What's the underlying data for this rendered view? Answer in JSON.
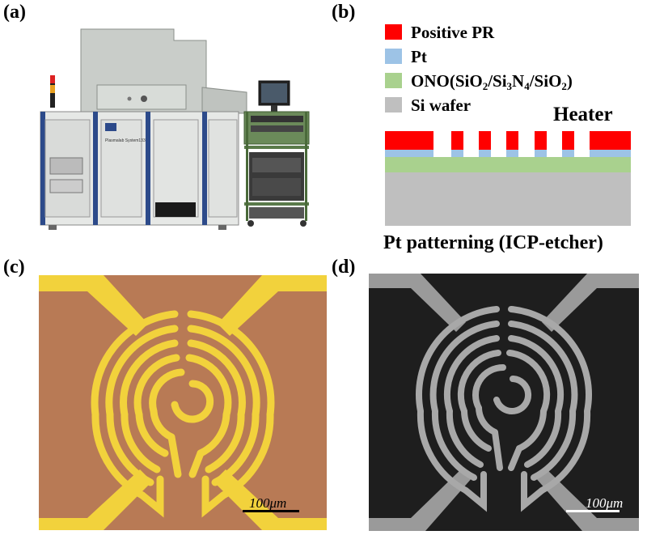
{
  "panels": {
    "a": {
      "label": "(a)"
    },
    "b": {
      "label": "(b)"
    },
    "c": {
      "label": "(c)"
    },
    "d": {
      "label": "(d)"
    }
  },
  "legend": {
    "items": [
      {
        "name": "Positive PR",
        "color": "#ff0000"
      },
      {
        "name": "Pt",
        "color": "#9dc3e6"
      },
      {
        "name": "ONO(SiO2/Si3N4/SiO2)",
        "color": "#a9d18e"
      },
      {
        "name": "Si wafer",
        "color": "#bfbfbf"
      }
    ],
    "ono_prefix": "ONO(SiO",
    "ono_sub1": "2",
    "ono_mid1": "/Si",
    "ono_sub2": "3",
    "ono_mid2": "N",
    "ono_sub3": "4",
    "ono_mid3": "/SiO",
    "ono_sub4": "2",
    "ono_suffix": ")"
  },
  "diagram": {
    "heater_label": "Heater",
    "caption": "Pt patterning (ICP-etcher)"
  },
  "optical": {
    "scale_label": "100μm"
  },
  "sem": {
    "scale_label": "100μm"
  },
  "machine": {
    "brand_text": "Plasmalab System133"
  }
}
